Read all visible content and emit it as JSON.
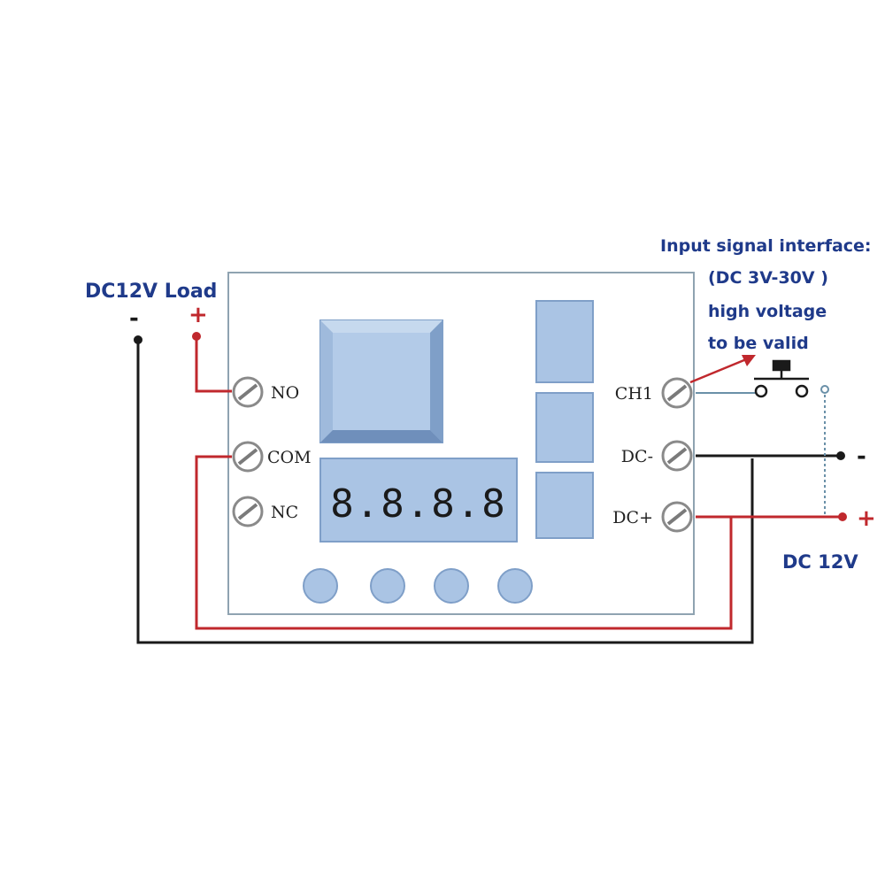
{
  "colors": {
    "board_border": "#8fa3b1",
    "component_fill": "#aac4e4",
    "component_dark": "#7f9fc8",
    "wire_red": "#c0282d",
    "wire_black": "#1a1a1a",
    "wire_blue": "#6a90a8",
    "label_blue": "#1f3a8a"
  },
  "labels": {
    "load_title": "DC12V Load",
    "load_minus": "-",
    "load_plus": "+",
    "input_line1": "Input signal interface:",
    "input_line2": "(DC 3V-30V )",
    "input_line3": "high voltage",
    "input_line4": "to be valid",
    "supply_minus": "-",
    "supply_plus": "+",
    "supply_title": "DC 12V"
  },
  "board": {
    "display_text": "8.8.8.8",
    "left_terminals": [
      "NO",
      "COM",
      "NC"
    ],
    "right_terminals": [
      "CH1",
      "DC-",
      "DC+"
    ],
    "button_count": 4
  },
  "icons": {
    "terminal": "screw-terminal-icon",
    "switch": "push-button-switch-icon",
    "relay": "relay-icon"
  }
}
